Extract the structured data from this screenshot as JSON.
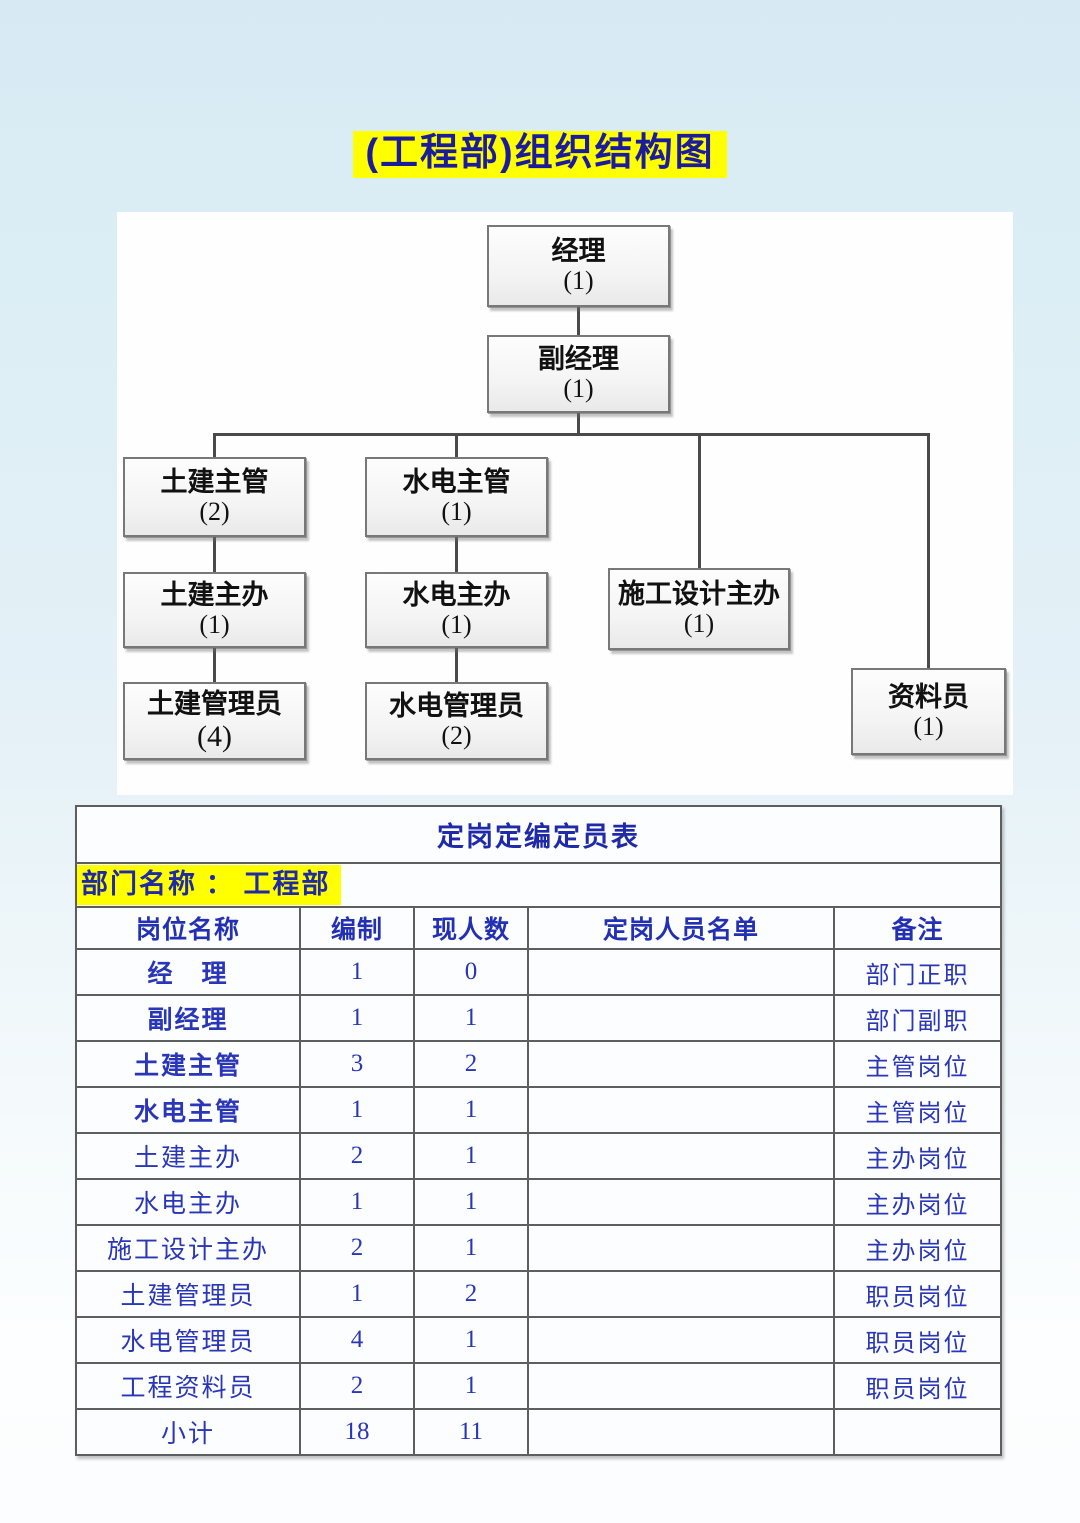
{
  "page_title": "(工程部)组织结构图",
  "org_chart": {
    "nodes": [
      {
        "title": "经理",
        "count": "(1)"
      },
      {
        "title": "副经理",
        "count": "(1)"
      },
      {
        "title": "土建主管",
        "count": "(2)"
      },
      {
        "title": "水电主管",
        "count": "(1)"
      },
      {
        "title": "土建主办",
        "count": "(1)"
      },
      {
        "title": "水电主办",
        "count": "(1)"
      },
      {
        "title": "施工设计主办",
        "count": "(1)"
      },
      {
        "title": "土建管理员",
        "count": "(4)"
      },
      {
        "title": "水电管理员",
        "count": "(2)"
      },
      {
        "title": "资料员",
        "count": "(1)"
      }
    ]
  },
  "table": {
    "title": "定岗定编定员表",
    "department_label": "部门名称 ： 工程部",
    "headers": [
      "岗位名称",
      "编制",
      "现人数",
      "定岗人员名单",
      "备注"
    ],
    "rows": [
      {
        "position": "经　理",
        "planned": "1",
        "current": "0",
        "names": "",
        "remark": "部门正职"
      },
      {
        "position": "副经理",
        "planned": "1",
        "current": "1",
        "names": "",
        "remark": "部门副职"
      },
      {
        "position": "土建主管",
        "planned": "3",
        "current": "2",
        "names": "",
        "remark": "主管岗位"
      },
      {
        "position": "水电主管",
        "planned": "1",
        "current": "1",
        "names": "",
        "remark": "主管岗位"
      },
      {
        "position": "土建主办",
        "planned": "2",
        "current": "1",
        "names": "",
        "remark": "主办岗位"
      },
      {
        "position": "水电主办",
        "planned": "1",
        "current": "1",
        "names": "",
        "remark": "主办岗位"
      },
      {
        "position": "施工设计主办",
        "planned": "2",
        "current": "1",
        "names": "",
        "remark": "主办岗位"
      },
      {
        "position": "土建管理员",
        "planned": "1",
        "current": "2",
        "names": "",
        "remark": "职员岗位"
      },
      {
        "position": "水电管理员",
        "planned": "4",
        "current": "1",
        "names": "",
        "remark": "职员岗位"
      },
      {
        "position": "工程资料员",
        "planned": "2",
        "current": "1",
        "names": "",
        "remark": "职员岗位"
      },
      {
        "position": "小计",
        "planned": "18",
        "current": "11",
        "names": "",
        "remark": ""
      }
    ]
  },
  "colors": {
    "highlight_yellow": "#ffff00",
    "title_navy": "#1b1b9e",
    "table_blue": "#2a36b8",
    "connector_gray": "#4a4a4a",
    "background_blue": "#d7eaf3"
  }
}
